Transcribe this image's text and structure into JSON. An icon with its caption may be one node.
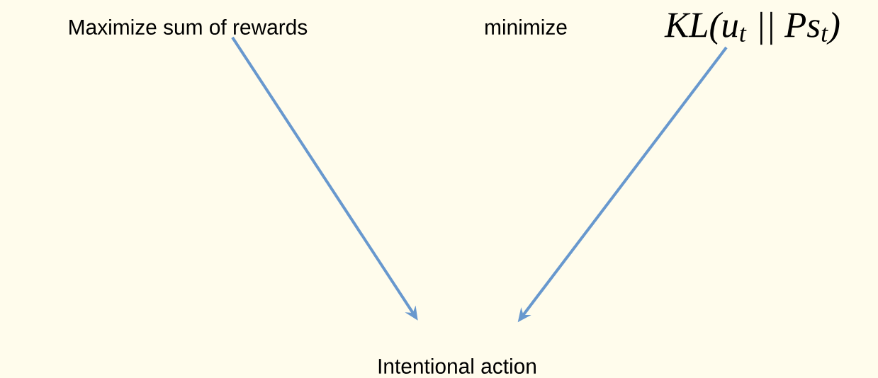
{
  "diagram": {
    "nodes": [
      {
        "text": [
          "Maximize sum of rewards"
        ]
      },
      {
        "text": [
          "minimize"
        ]
      },
      {
        "text": [
          "KL(u$_{t}$ || Ps$_{t}$)"
        ]
      },
      {
        "text": [
          "Intentional action"
        ]
      }
    ],
    "edges": [
      {
        "from": 0,
        "to": 3,
        "arrow": "to"
      },
      {
        "from": 2,
        "to": 3,
        "arrow": "to"
      }
    ]
  }
}
